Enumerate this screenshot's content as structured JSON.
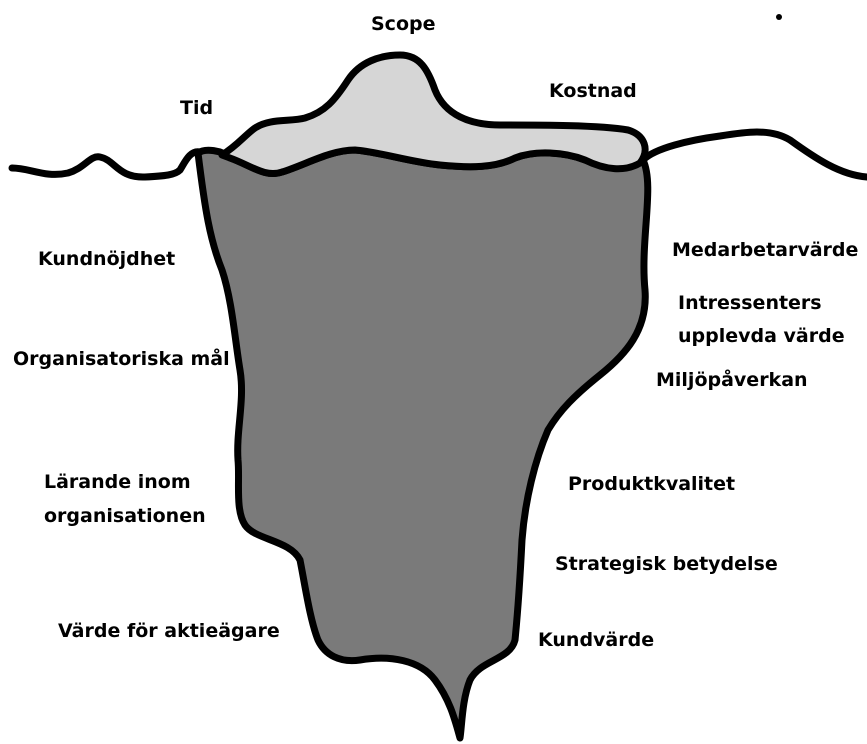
{
  "colors": {
    "background": "#ffffff",
    "outline": "#000000",
    "tip_fill": "#d6d6d6",
    "body_fill": "#7a7a7a"
  },
  "above_water": {
    "scope": "Scope",
    "tid": "Tid",
    "kostnad": "Kostnad"
  },
  "below_water_left": {
    "kundnojdhet": "Kundnöjdhet",
    "organisatoriska_mal": "Organisatoriska mål",
    "larande_line1": "Lärande inom",
    "larande_line2": "organisationen",
    "varde_for_aktieagare": "Värde för aktieägare"
  },
  "below_water_right": {
    "medarbetarvarde": "Medarbetarvärde",
    "intressenter_line1": "Intressenters",
    "intressenter_line2": "upplevda värde",
    "miljopaverkan": "Miljöpåverkan",
    "produktkvalitet": "Produktkvalitet",
    "strategisk_betydelse": "Strategisk betydelse",
    "kundvarde": "Kundvärde"
  }
}
